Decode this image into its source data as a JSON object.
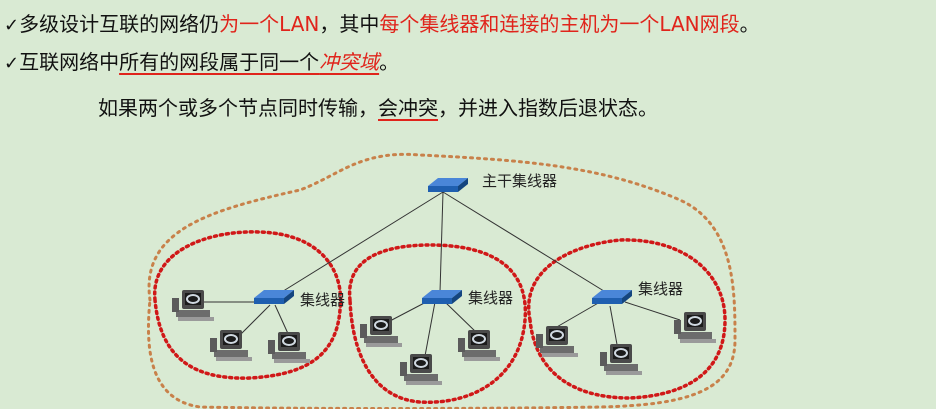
{
  "text": {
    "line1": {
      "check": "✓",
      "part1": "多级设计互联的网络仍",
      "part2": "为一个LAN",
      "part3": "，其中",
      "part4": "每个集线器和连接的主机为一个LAN网段",
      "part5": "。"
    },
    "line2": {
      "check": "✓",
      "part1": "互联网络中",
      "part2": "所有的网段属于同一个",
      "part3": "冲突域",
      "part4": "。"
    },
    "line3": {
      "part1": "如果两个或多个节点同时传输，",
      "part2": "会冲突",
      "part3": "，并进入指数后退状态。"
    }
  },
  "diagram": {
    "backbone_label": "主干集线器",
    "hub_labels": [
      "集线器",
      "集线器",
      "集线器"
    ]
  },
  "colors": {
    "background": "#d9ead3",
    "emphasis_red": "#e0241b",
    "collision_domain_dotted": "#d01818",
    "outer_domain_dotted": "#c8814a",
    "hub_blue": "#1f5fb0"
  }
}
